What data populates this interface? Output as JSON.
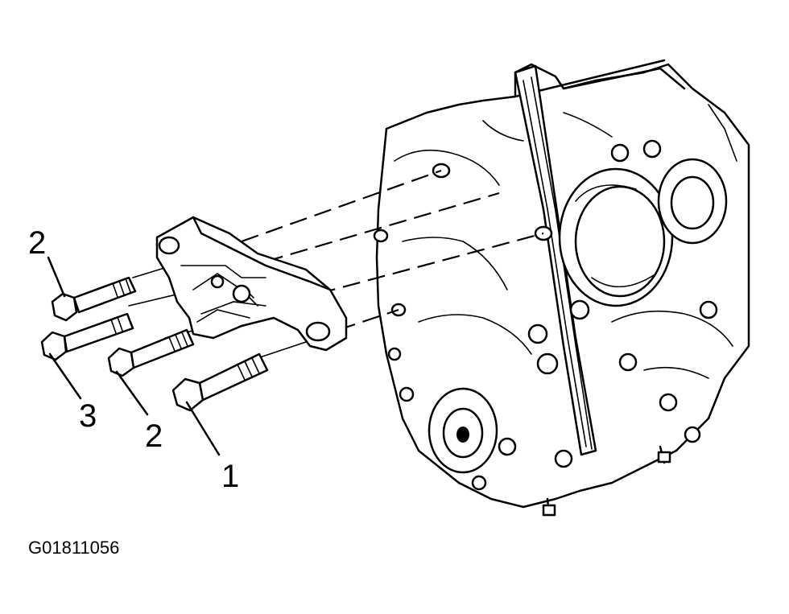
{
  "callouts": [
    {
      "id": "c1",
      "text": "2"
    },
    {
      "id": "c2",
      "text": "3"
    },
    {
      "id": "c3",
      "text": "2"
    },
    {
      "id": "c4",
      "text": "1"
    }
  ],
  "figure_ref": "G01811056",
  "colors": {
    "ink": "#000000",
    "paper": "#ffffff"
  }
}
